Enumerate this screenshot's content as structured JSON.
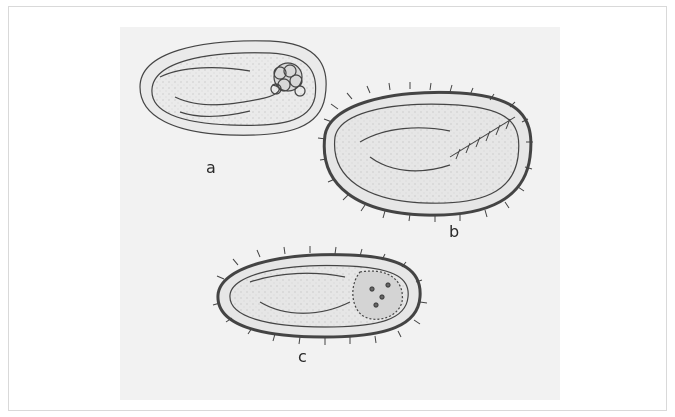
{
  "figure": {
    "labels": {
      "a": "a",
      "b": "b",
      "c": "c"
    },
    "colors": {
      "background": "#ffffff",
      "figure_bg": "#f2f2f2",
      "ink": "#3a3a3a",
      "fill": "#e6e6e6"
    }
  }
}
